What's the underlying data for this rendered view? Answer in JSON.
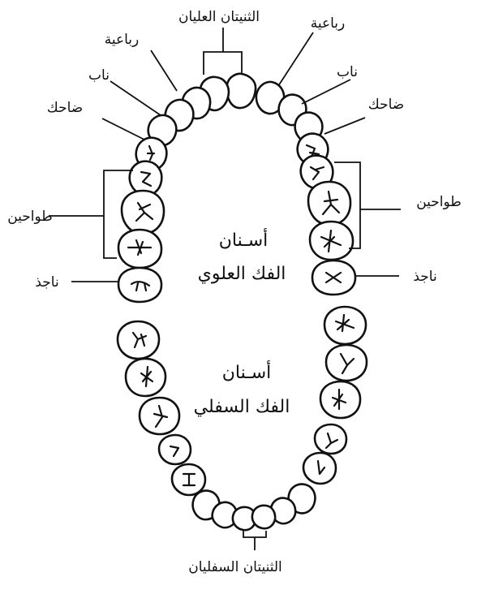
{
  "labels": {
    "upper_central_incisors": "الثنيتان العليان",
    "upper_lateral_incisor_right": "رباعية",
    "upper_lateral_incisor_left": "رباعية",
    "upper_canine_left": "ناب",
    "upper_canine_right": "ناب",
    "upper_first_premolar_left": "ضاحك",
    "upper_first_premolar_right": "ضاحك",
    "upper_premolars_left": "طواحين",
    "upper_premolars_right": "طواحين",
    "upper_molar_left": "ناجذ",
    "upper_molar_right": "ناجذ",
    "upper_jaw_line1": "أسـنان",
    "upper_jaw_line2": "الفك العلوي",
    "lower_jaw_line1": "أسـنان",
    "lower_jaw_line2": "الفك السفلي",
    "lower_central_incisors": "الثنيتان السفليان"
  }
}
